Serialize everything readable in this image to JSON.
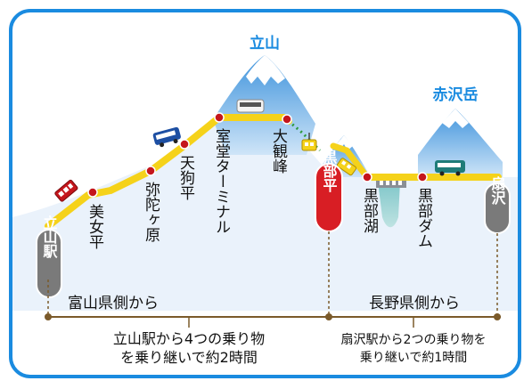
{
  "mountains": {
    "tateyama": "立山",
    "akazawadake": "赤沢岳"
  },
  "stations": [
    {
      "id": "tateyama-station",
      "label": "立山駅"
    },
    {
      "id": "bijodaira",
      "label": "美女平"
    },
    {
      "id": "midagahara",
      "label": "弥陀ヶ原"
    },
    {
      "id": "tengudaira",
      "label": "天狗平"
    },
    {
      "id": "murodo",
      "label": "室堂ターミナル"
    },
    {
      "id": "daikanbo",
      "label": "大観峰"
    },
    {
      "id": "kurobedaira",
      "label": "黒部平"
    },
    {
      "id": "kurobeko",
      "label": "黒部湖"
    },
    {
      "id": "kurobe-dam",
      "label": "黒部ダム"
    },
    {
      "id": "ogizawa",
      "label": "扇沢"
    }
  ],
  "sides": {
    "toyama": "富山県側から",
    "nagano": "長野県側から"
  },
  "notes": {
    "toyama_line1": "立山駅から4つの乗り物",
    "toyama_line2": "を乗り継いで約2時間",
    "nagano_line1": "扇沢駅から2つの乗り物を",
    "nagano_line2": "乗り継いで約1時間"
  },
  "colors": {
    "frame": "#1a8be0",
    "ground": "#eaf2fb",
    "mountain": "#5aa7e6",
    "route": "#f5d21a",
    "station_dot": "#c4161c",
    "pill_gray": "#7a7a7a",
    "pill_red": "#d81e24",
    "title_blue": "#1a8be0"
  }
}
